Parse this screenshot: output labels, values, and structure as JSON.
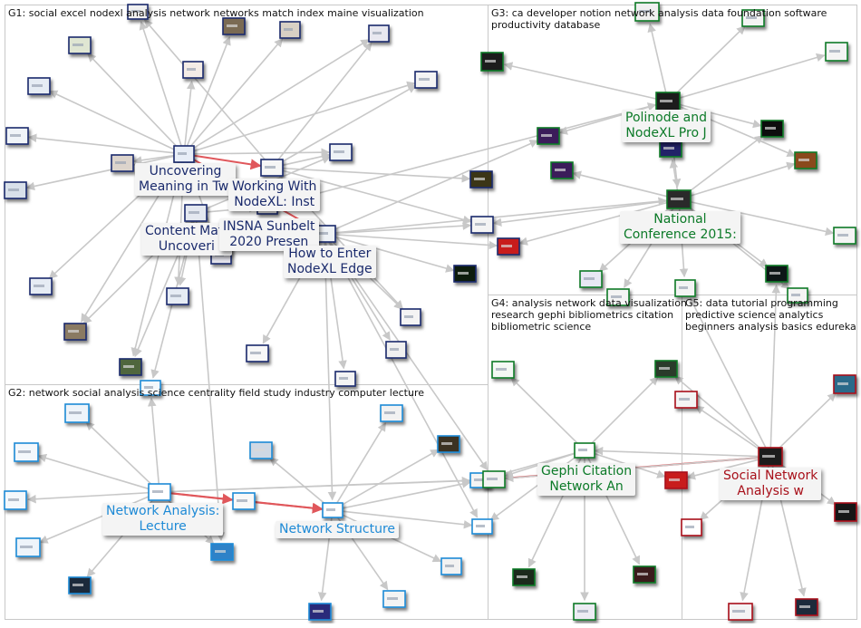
{
  "groups": [
    {
      "id": "G1",
      "title": "G1: social excel nodexl analysis network networks match index maine visualization"
    },
    {
      "id": "G2",
      "title": "G2: network social analysis science centrality field study industry computer lecture"
    },
    {
      "id": "G3",
      "title": "G3: ca developer notion network analysis data foundation software\nproductivity database"
    },
    {
      "id": "G4",
      "title": "G4: analysis network data visualization\nresearch gephi bibliometrics citation\nbibliometric science"
    },
    {
      "id": "G5",
      "title": "G5: data tutorial programming\npredictive science analytics\nbeginners analysis basics edureka"
    }
  ],
  "labels": [
    {
      "id": "uncovering",
      "text": "Uncovering\nMeaning in Twi",
      "group": "G1"
    },
    {
      "id": "working",
      "text": "Working With\nNodeXL: Inst",
      "group": "G1"
    },
    {
      "id": "content",
      "text": "Content Matt\nUncoveri",
      "group": "G1"
    },
    {
      "id": "insna",
      "text": "INSNA Sunbelt\n2020 Presen",
      "group": "G1"
    },
    {
      "id": "howto",
      "text": "How to Enter\nNodeXL Edge",
      "group": "G1"
    },
    {
      "id": "polinode",
      "text": "Polinode and\nNodeXL Pro J",
      "group": "G3"
    },
    {
      "id": "national",
      "text": "National\nConference 2015:",
      "group": "G3"
    },
    {
      "id": "gephi",
      "text": "Gephi Citation\nNetwork An",
      "group": "G4"
    },
    {
      "id": "sna",
      "text": "Social Network\nAnalysis w",
      "group": "G5"
    },
    {
      "id": "nalecture",
      "text": "Network Analysis:\nLecture",
      "group": "G2"
    },
    {
      "id": "netstruct",
      "text": "Network Structure",
      "group": "G2"
    }
  ],
  "colors": {
    "G1": "#1a2a6c",
    "G2": "#1e8ad6",
    "G3": "#0c7a28",
    "G4": "#0c7a28",
    "G5": "#a8101a",
    "edge": "#c8c8c8",
    "edge_highlight": "#e0575b",
    "group_border": "#c8c8c8"
  }
}
